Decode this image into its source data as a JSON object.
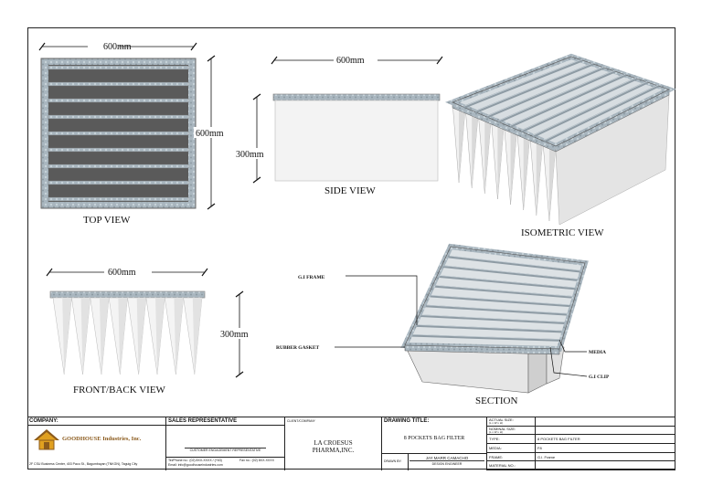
{
  "views": {
    "top": {
      "label": "TOP VIEW",
      "dim_width": "600mm",
      "dim_height": "600mm"
    },
    "side": {
      "label": "SIDE VIEW",
      "dim_width": "600mm",
      "dim_height": "300mm"
    },
    "iso": {
      "label": "ISOMETRIC VIEW"
    },
    "front": {
      "label": "FRONT/BACK VIEW",
      "dim_width": "600mm",
      "dim_height": "300mm"
    },
    "section": {
      "label": "SECTION",
      "callout_frame": "G.I FRAME",
      "callout_gasket": "RUBBER GASKET",
      "callout_media": "MEDIA",
      "callout_clip": "G.I CLIP"
    }
  },
  "title_block": {
    "company_header": "COMPANY:",
    "company_name": "GOODHOUSE Industries, Inc.",
    "company_address": "2F CSU Business Center, 403 Paco St., Bagumbayan (TNKGN), Taguig City",
    "sales_header": "SALES REPRESENTATIVE",
    "sales_sub": "CUSTOMER ENGAGEMENT REPRESENTATIVE",
    "sales_contact_1": "Tel/Phone no.: (02) 8XX-XXXX / (+63)",
    "sales_contact_2": "Email: info@goodhouseindustries.com",
    "sales_fax": "Fax no.: (02) 8XX-XXXX",
    "client_header": "CLIENT/COMPANY",
    "client_name_1": "LA CROESUS",
    "client_name_2": "PHARMA,INC.",
    "drawing_header": "DRAWING TITLE:",
    "drawing_title": "8 POCKETS BAG FILTER",
    "drawn_by_label": "DRAWN BY:",
    "drawn_by_name": "JAY MARR CAMACHO",
    "drawn_by_role": "DESIGN ENGINEER",
    "specs": [
      {
        "label": "ACTUAL SIZE:",
        "sub": "(L x W x H)",
        "value": ""
      },
      {
        "label": "NOMINAL SIZE:",
        "sub": "(L x W x H)",
        "value": ""
      },
      {
        "label": "TYPE:",
        "sub": "",
        "value": "8 POCKETS BAG FILTER"
      },
      {
        "label": "MEDIA:",
        "sub": "",
        "value": "F8"
      },
      {
        "label": "FRAME:",
        "sub": "",
        "value": "G.I. Frame"
      },
      {
        "label": "MATERIAL NO.:",
        "sub": "",
        "value": ""
      }
    ]
  },
  "colors": {
    "frame_metal": "#9aa7b0",
    "media": "#f3f3f3",
    "slat_dark": "#5a5a5a",
    "logo_brown": "#8b5a1c",
    "logo_orange": "#e0a020"
  }
}
